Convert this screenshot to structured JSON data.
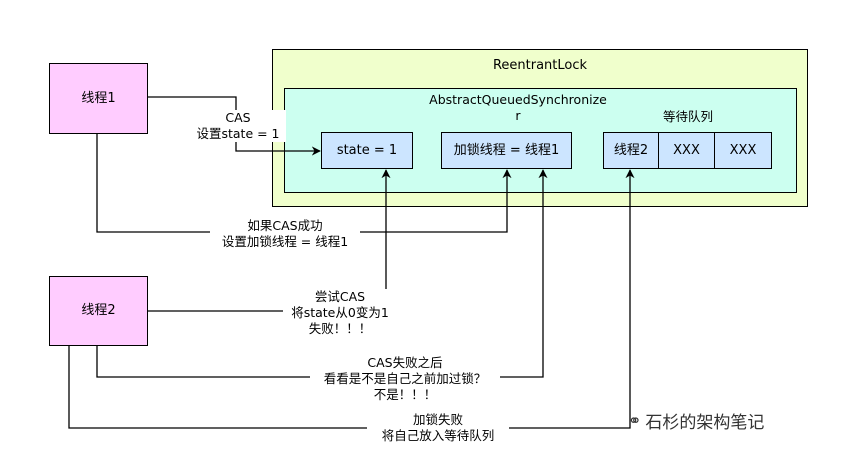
{
  "reentrant_lock": {
    "title": "ReentrantLock"
  },
  "aqs": {
    "title_line1": "AbstractQueuedSynchronize",
    "title_line2": "r"
  },
  "state_box": {
    "label": "state = 1"
  },
  "owner_box": {
    "label": "加锁线程 = 线程1"
  },
  "wait_queue": {
    "label": "等待队列",
    "items": [
      "线程2",
      "XXX",
      "XXX"
    ]
  },
  "threads": {
    "thread1": "线程1",
    "thread2": "线程2"
  },
  "edges": {
    "cas_line1": "CAS",
    "cas_line2": "设置state = 1",
    "success_line1": "如果CAS成功",
    "success_line2": "设置加锁线程 = 线程1",
    "try_line1": "尝试CAS",
    "try_line2": "将state从0变为1",
    "try_line3": "失败！！！",
    "check_line1": "CAS失败之后",
    "check_line2": "看看是不是自己之前加过锁？",
    "check_line3": "不是！！！",
    "enqueue_line1": "加锁失败",
    "enqueue_line2": "将自己放入等待队列"
  },
  "watermark": {
    "text": "石杉的架构笔记",
    "icon": "wechat-icon"
  }
}
